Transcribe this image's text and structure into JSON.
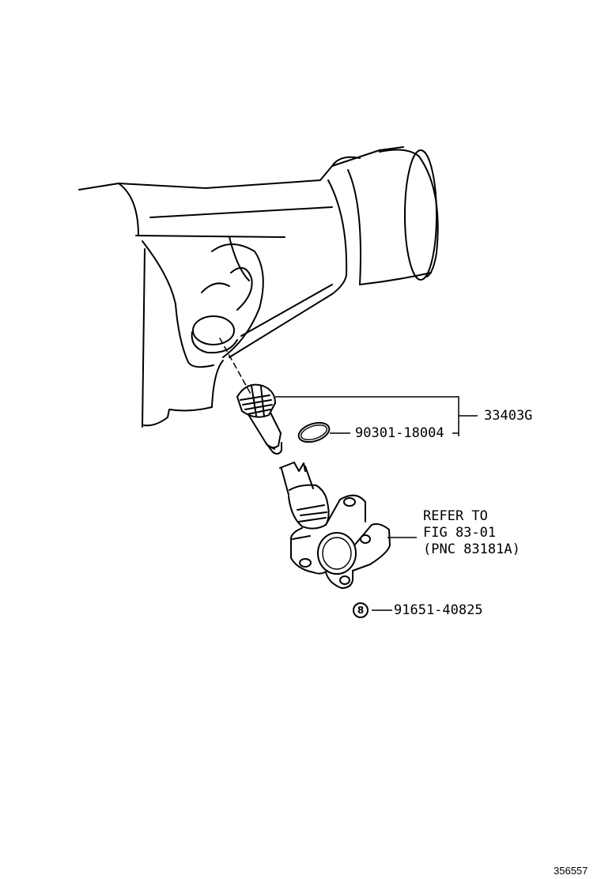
{
  "parts": {
    "assembly": {
      "number": "33403G"
    },
    "o_ring": {
      "number": "90301-18004"
    },
    "speedometer_sensor": {
      "refer_line1": "REFER TO",
      "refer_line2": "FIG 83-01",
      "refer_line3": "(PNC 83181A)"
    },
    "bolt": {
      "marker": "8",
      "number": "91651-40825"
    }
  },
  "footer": {
    "figure_id": "356557"
  }
}
